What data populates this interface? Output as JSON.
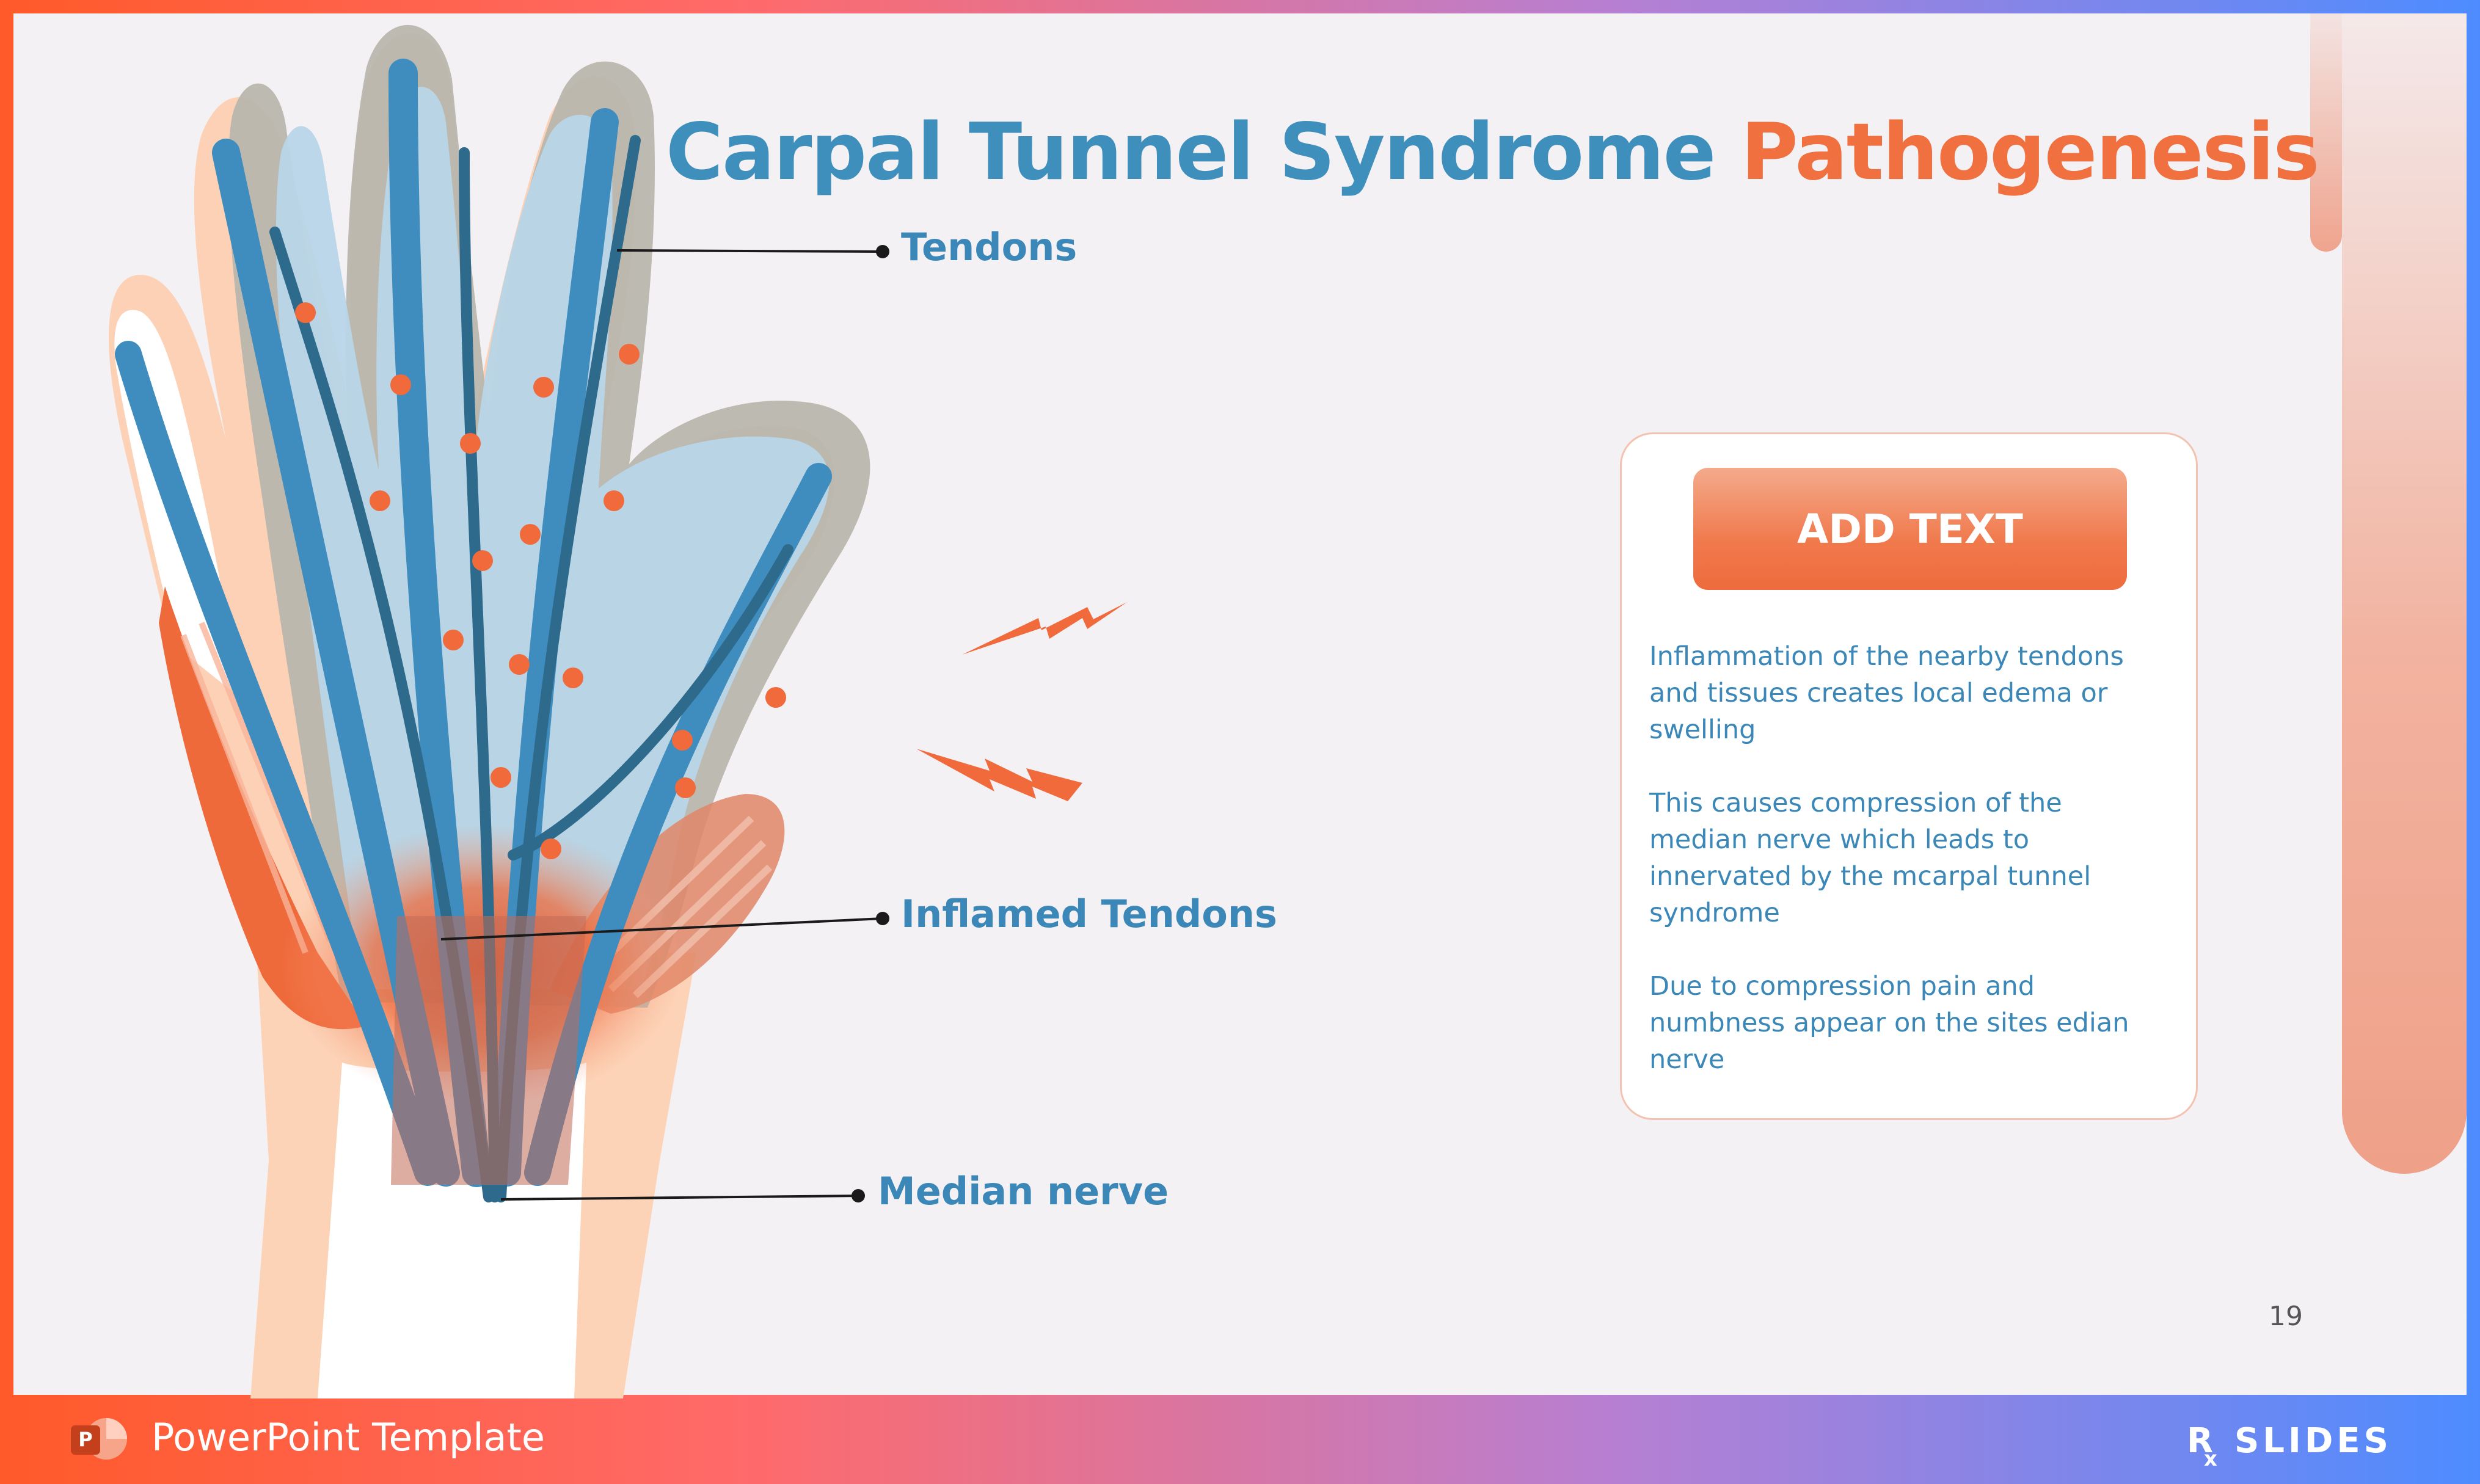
{
  "slide": {
    "title_part1": "Carpal Tunnel Syndrome",
    "title_part2": "Pathogenesis",
    "page_number": "19"
  },
  "labels": {
    "tendons": "Tendons",
    "inflamed_tendons": "Inflamed Tendons",
    "median_nerve": "Median nerve"
  },
  "card": {
    "button_label": "ADD TEXT",
    "paragraphs": [
      "Inflammation of the nearby tendons and tissues creates local edema or swelling",
      "This causes compression of the median nerve which leads to innervated by the mcarpal tunnel syndrome",
      "Due to compression pain and numbness appear on the sites edian nerve"
    ]
  },
  "footer": {
    "template_label": "PowerPoint Template",
    "app_icon": "powerpoint-icon",
    "brand_logo": "rx-slides-logo",
    "brand_text": "SLIDES"
  },
  "colors": {
    "title_blue": "#3f8fbd",
    "title_orange": "#f0703f",
    "tendon_blue": "#3f8dbf",
    "nerve_dark": "#2d6a8c",
    "inflammation": "#f06a3c",
    "skin": "#fdd0b4"
  }
}
